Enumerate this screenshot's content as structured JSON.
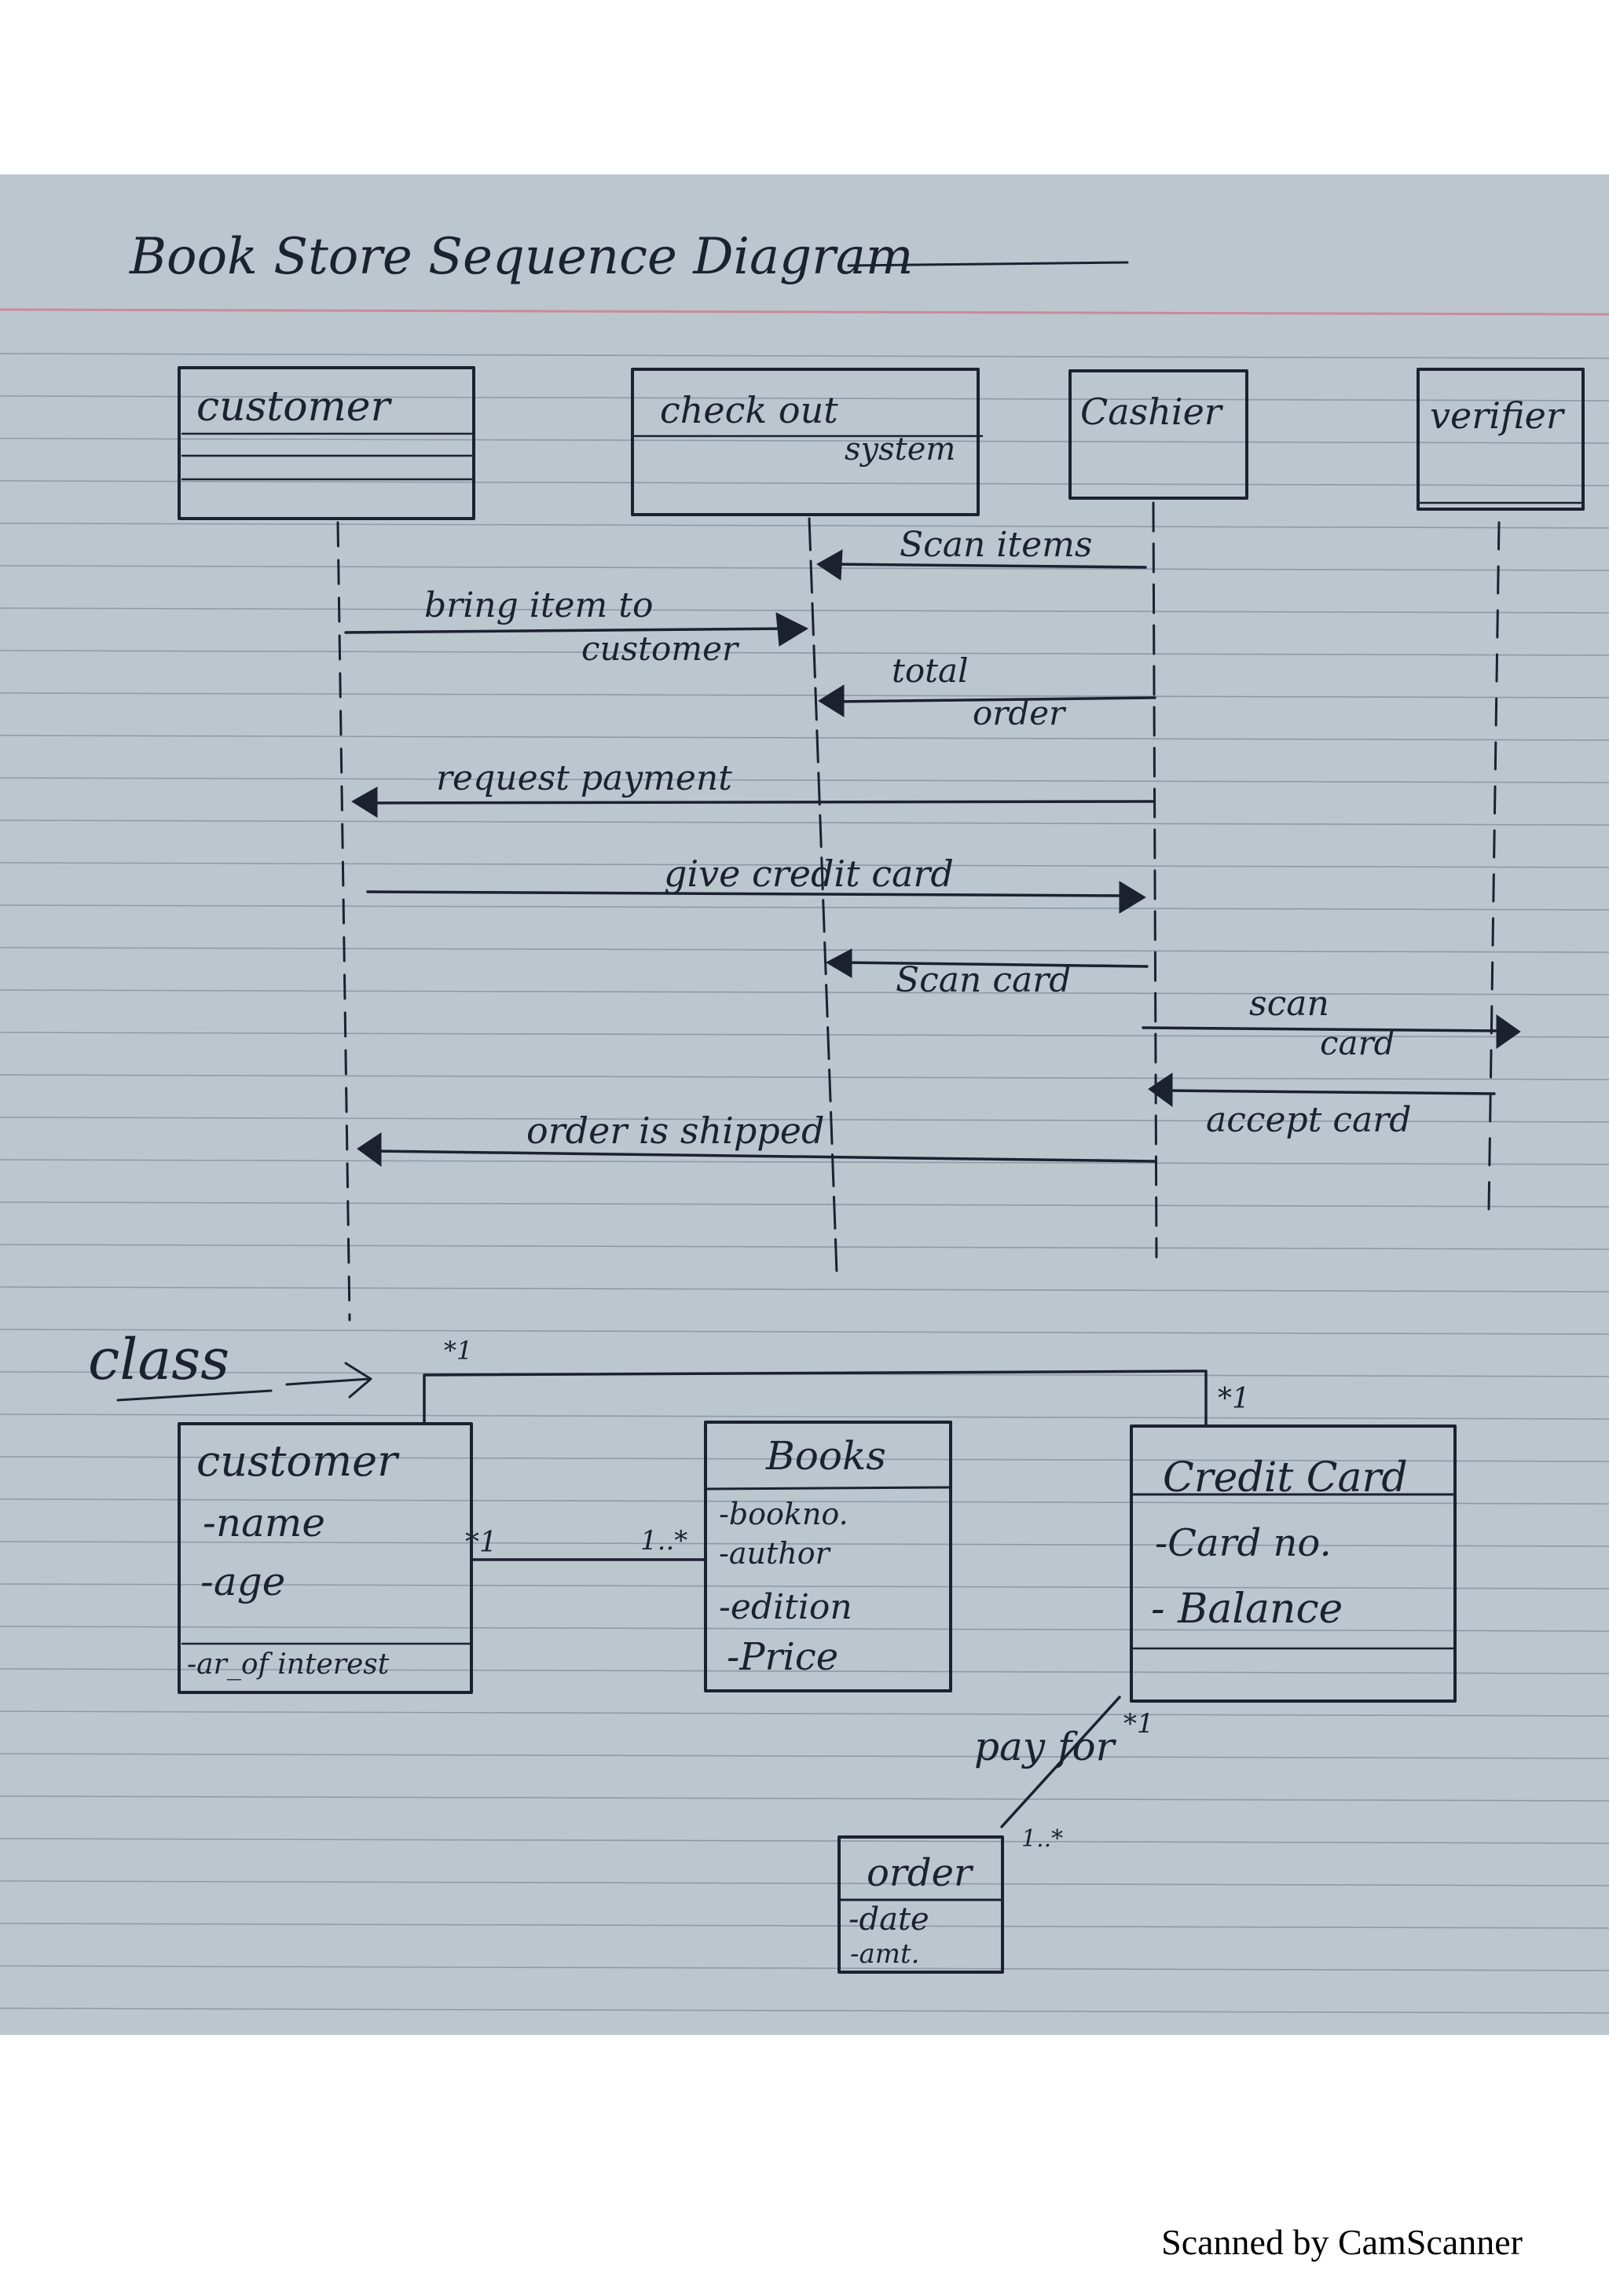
{
  "title": "Book Store Sequence Diagram",
  "sequence": {
    "lifelines": [
      {
        "id": "customer",
        "label": "customer"
      },
      {
        "id": "checkout",
        "label": "check out",
        "label2": "system"
      },
      {
        "id": "cashier",
        "label": "Cashier"
      },
      {
        "id": "verifier",
        "label": "verifier"
      }
    ],
    "messages": [
      {
        "from": "cashier",
        "to": "checkout",
        "label": "Scan items"
      },
      {
        "from": "customer",
        "to": "checkout",
        "label": "bring item to",
        "label2": "customer"
      },
      {
        "from": "cashier",
        "to": "checkout",
        "label": "total",
        "label2": "order"
      },
      {
        "from": "cashier",
        "to": "customer",
        "label": "request payment"
      },
      {
        "from": "customer",
        "to": "cashier",
        "label": "give credit card"
      },
      {
        "from": "cashier",
        "to": "checkout",
        "label": "Scan card"
      },
      {
        "from": "cashier",
        "to": "verifier",
        "label": "scan",
        "label2": "card"
      },
      {
        "from": "verifier",
        "to": "cashier",
        "label": "accept card"
      },
      {
        "from": "cashier",
        "to": "customer",
        "label": "order is shipped"
      }
    ]
  },
  "class_diagram": {
    "heading": "class",
    "classes": [
      {
        "id": "customer",
        "name": "customer",
        "attributes": [
          "-name",
          "-age",
          "-ar_of interest"
        ]
      },
      {
        "id": "books",
        "name": "Books",
        "attributes": [
          "-bookno.",
          "-author",
          "-edition",
          "-Price"
        ]
      },
      {
        "id": "creditcard",
        "name": "Credit Card",
        "attributes": [
          "-Card no.",
          "- Balance"
        ]
      },
      {
        "id": "order",
        "name": "order",
        "attributes": [
          "-date",
          "-amt."
        ]
      }
    ],
    "multiplicities": {
      "customer_top": "*1",
      "creditcard_top": "*1",
      "customer_books_left": "*1",
      "customer_books_right": "1..*",
      "creditcard_order_top": "*1",
      "creditcard_order_bottom": "1..*"
    },
    "association_label": "pay for"
  },
  "watermark": "Scanned by CamScanner",
  "colors": {
    "paper": "#bcc6cf",
    "ink": "#1c2130",
    "rule": "#8e9aa6",
    "margin": "#c98a9a"
  }
}
